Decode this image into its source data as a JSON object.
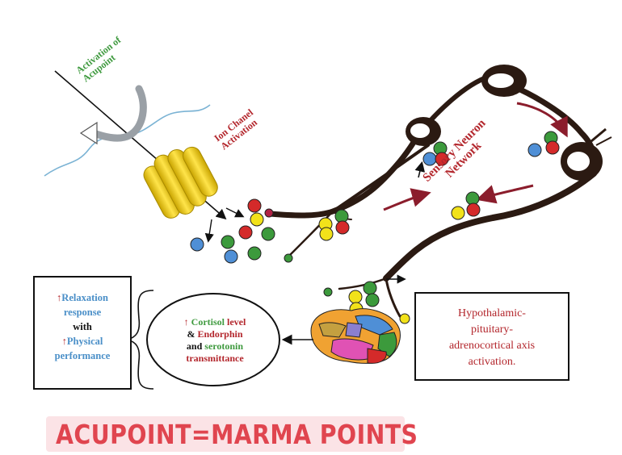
{
  "labels": {
    "activation_of_acupoint": "Activation of Acupoint",
    "ion_channel_activation": "Ion Chanel Activation",
    "sensory_neuron_network": "Sensory Neuron Network"
  },
  "left_box": {
    "up_arrow": "↑",
    "relaxation": "Relaxation",
    "response": "response",
    "with": "with",
    "physical": "Physical",
    "performance": "performance"
  },
  "middle_oval": {
    "up_arrow": "↑",
    "cortisol": "Cortisol",
    "level": "level",
    "amp": "&",
    "endorphin": "Endorphin",
    "and": "and",
    "serotonin": "serotonin",
    "transmittance": "transmittance"
  },
  "right_box": {
    "line1": "Hypothalamic-",
    "line2": "pituitary-",
    "line3": "adrenocortical axis",
    "line4": "activation."
  },
  "banner": {
    "text": "ACUPOINT=MARMA POINTS"
  },
  "colors": {
    "red": "#d42a2a",
    "green": "#3c9a3c",
    "blue": "#4f8fd6",
    "yellow": "#f2e21a",
    "neuron": "#2b1a12",
    "banner_text": "#e0454f",
    "banner_bg": "#fbe3e6"
  }
}
